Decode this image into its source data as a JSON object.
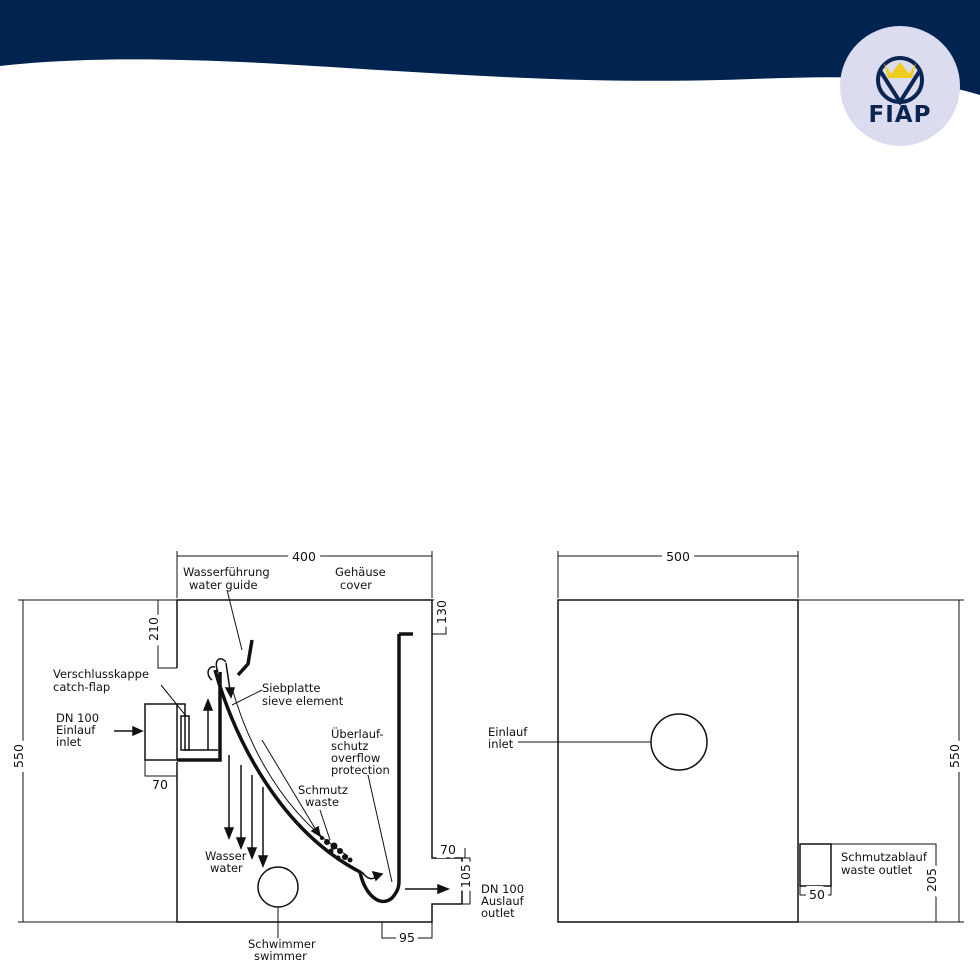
{
  "brand": {
    "logo_text": "FIAP",
    "colors": {
      "banner": "#00234f",
      "logo_circle": "#dcdcf0",
      "logo_navy": "#0b2553",
      "crown": "#f2cc1a"
    }
  },
  "side_view": {
    "dim_width": "400",
    "dim_height": "550",
    "dim_210": "210",
    "dim_130": "130",
    "dim_70_left": "70",
    "dim_70_right": "70",
    "dim_95": "95",
    "dim_105": "105",
    "water_guide": [
      "Wasserführung",
      "water guide"
    ],
    "cover": [
      "Gehäuse",
      "cover"
    ],
    "catch_flap": [
      "Verschlusskappe",
      "catch-flap"
    ],
    "inlet": [
      "DN 100",
      "Einlauf",
      "inlet"
    ],
    "sieve": [
      "Siebplatte",
      "sieve element"
    ],
    "overflow": [
      "Überlauf-",
      "schutz",
      "overflow",
      "protection"
    ],
    "waste": [
      "Schmutz",
      "waste"
    ],
    "water": [
      "Wasser",
      "water"
    ],
    "outlet": [
      "DN 100",
      "Auslauf",
      "outlet"
    ],
    "float": [
      "Schwimmer",
      "swimmer"
    ]
  },
  "front_view": {
    "dim_width": "500",
    "dim_height": "550",
    "dim_50": "50",
    "dim_205": "205",
    "inlet": [
      "Einlauf",
      "inlet"
    ],
    "waste_outlet": [
      "Schmutzablauf",
      "waste outlet"
    ]
  }
}
